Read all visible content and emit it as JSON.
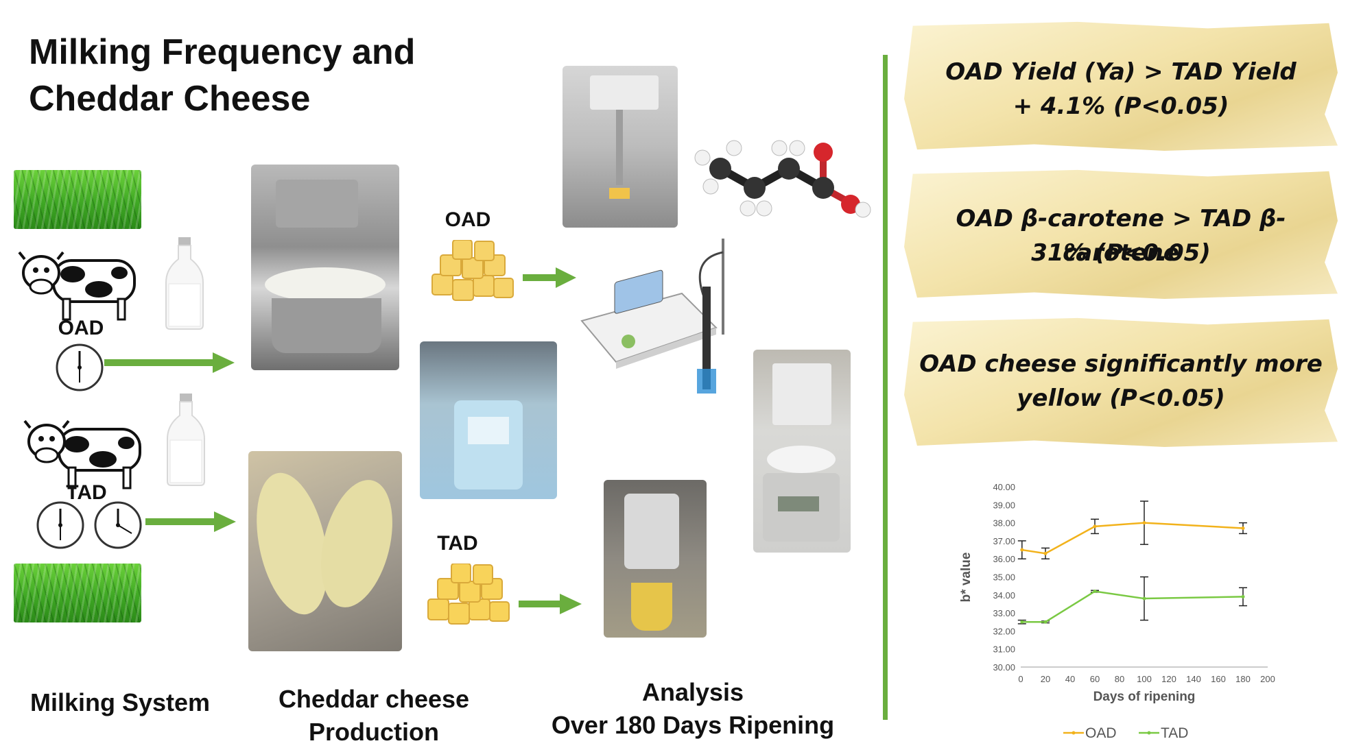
{
  "title": "Milking Frequency and Cheddar Cheese",
  "labels": {
    "oad_cow": "OAD",
    "tad_cow": "TAD",
    "oad_cheese": "OAD",
    "tad_cheese": "TAD",
    "col_milking": "Milking System",
    "col_production_line1": "Cheddar cheese",
    "col_production_line2": "Production",
    "col_analysis_line1": "Analysis",
    "col_analysis_line2": "Over 180 Days Ripening"
  },
  "results": [
    {
      "line1": "OAD Yield (Ya) > TAD Yield",
      "line2": "+ 4.1% (P<0.05)"
    },
    {
      "line1": "OAD β-carotene  > TAD β-carotene",
      "line2": "31% (P<0.05)"
    },
    {
      "line1": "OAD cheese significantly more",
      "line2": "yellow (P<0.05)"
    }
  ],
  "colors": {
    "arrow": "#6aae3e",
    "oad_line": "#f2b21b",
    "tad_line": "#7ac943",
    "divider": "#6aae3e"
  },
  "chart_data": {
    "type": "line",
    "xlabel": "Days of ripening",
    "ylabel": "b* value",
    "x_ticks": [
      0,
      20,
      40,
      60,
      80,
      100,
      120,
      140,
      160,
      180,
      200
    ],
    "x_tick_labels": [
      "0",
      "20",
      "40",
      "60",
      "80",
      "100",
      "120",
      "140",
      "160",
      "180",
      "200"
    ],
    "y_ticks": [
      30,
      31,
      32,
      33,
      34,
      35,
      36,
      37,
      38,
      39,
      40
    ],
    "y_tick_labels": [
      "30.00",
      "31.00",
      "32.00",
      "33.00",
      "34.00",
      "35.00",
      "36.00",
      "37.00",
      "38.00",
      "39.00",
      "40.00"
    ],
    "xlim": [
      0,
      200
    ],
    "ylim": [
      30,
      40
    ],
    "legend_position": "bottom",
    "series": [
      {
        "name": "OAD",
        "color": "#f2b21b",
        "x": [
          1,
          20,
          60,
          100,
          180
        ],
        "values": [
          36.5,
          36.3,
          37.8,
          38.0,
          37.7
        ],
        "errors": [
          0.5,
          0.3,
          0.4,
          1.2,
          0.3
        ]
      },
      {
        "name": "TAD",
        "color": "#7ac943",
        "x": [
          1,
          20,
          60,
          100,
          180
        ],
        "values": [
          32.5,
          32.5,
          34.2,
          33.8,
          33.9
        ],
        "errors": [
          0.1,
          0.05,
          0.05,
          1.2,
          0.5
        ]
      }
    ]
  }
}
